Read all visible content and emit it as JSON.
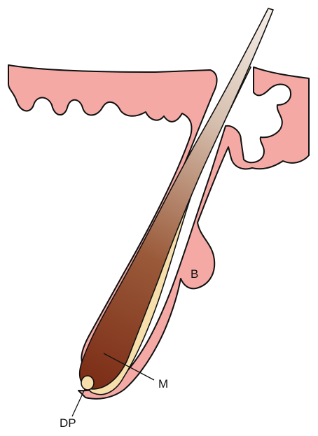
{
  "labels": {
    "b": "B",
    "m": "M",
    "dp": "DP"
  },
  "colors": {
    "skin": "#f4a9a4",
    "sheath": "#f7dfac",
    "shaft_dark": "#7a2a14",
    "shaft_light": "#f3ece6",
    "outline": "#111111"
  }
}
